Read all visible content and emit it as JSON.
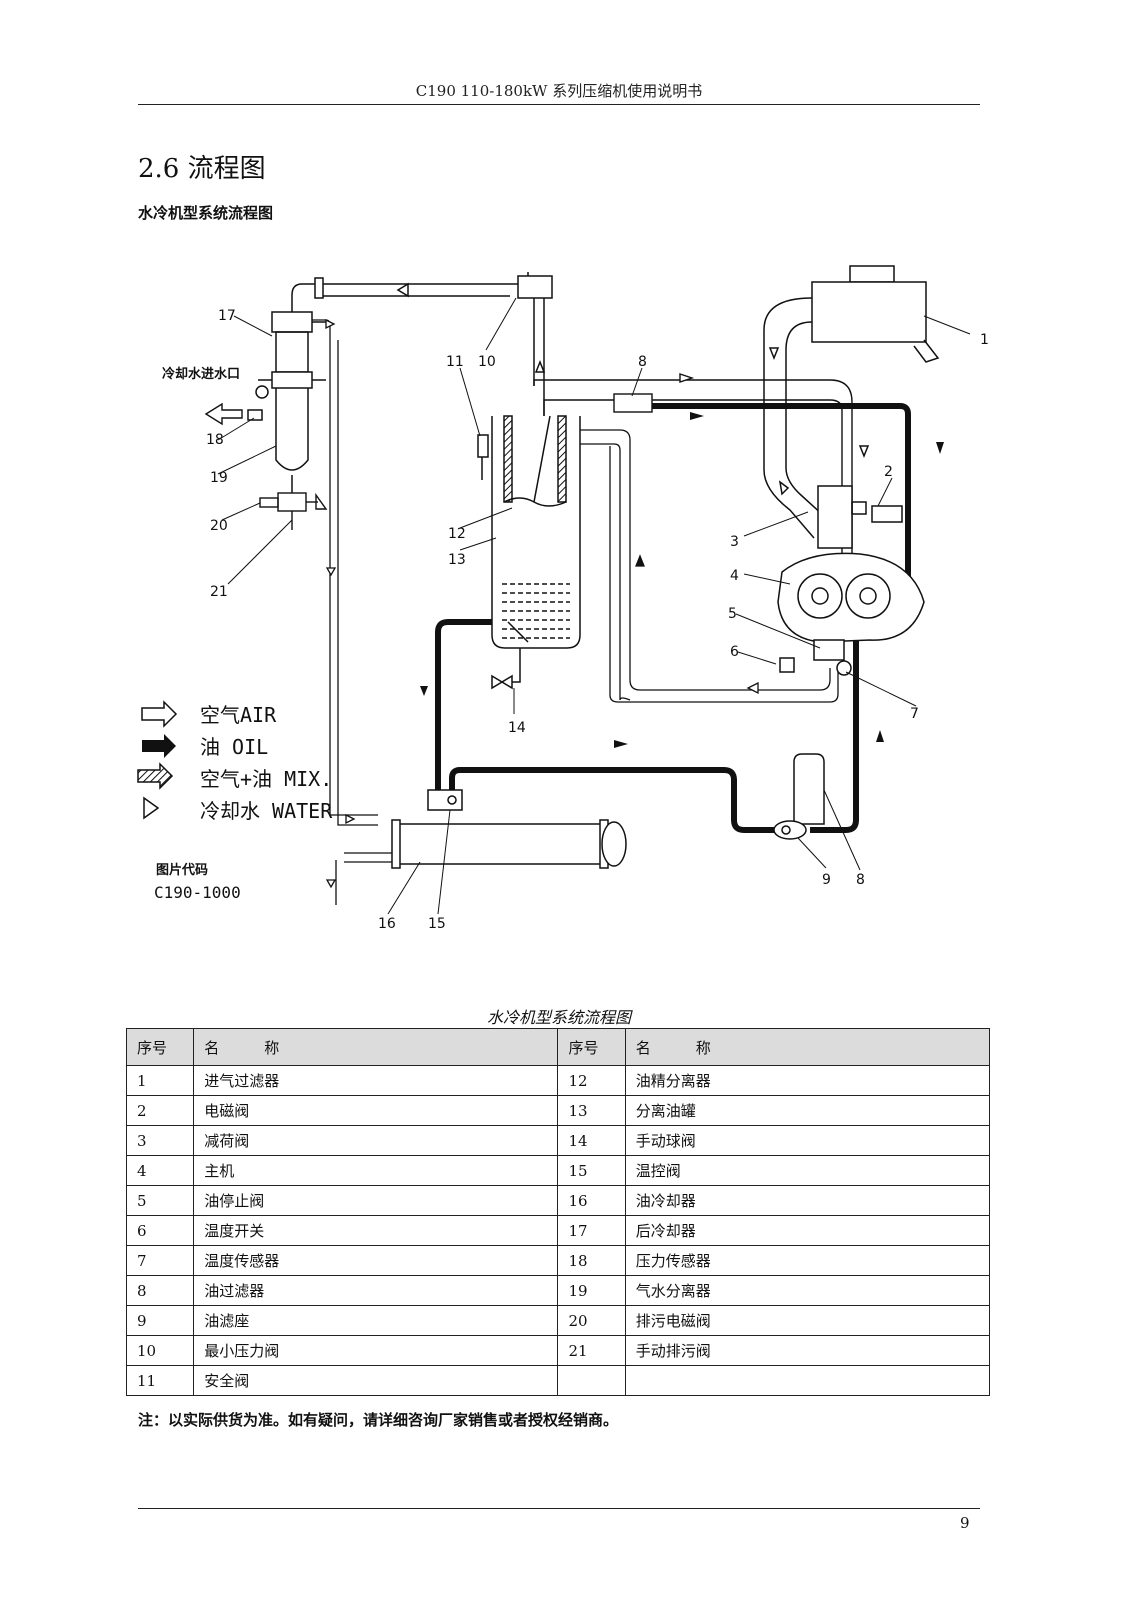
{
  "header": {
    "title": "C190 110-180kW 系列压缩机使用说明书"
  },
  "section": {
    "title": "2.6 流程图",
    "subtitle": "水冷机型系统流程图"
  },
  "diagram": {
    "water_inlet_label": "冷却水进水口",
    "legend": [
      {
        "label": "空气AIR"
      },
      {
        "label": "油 OIL"
      },
      {
        "label": "空气+油 MIX."
      },
      {
        "label": "冷却水 WATER"
      }
    ],
    "code_label": "图片代码",
    "code_value": "C190-1000",
    "callouts": [
      "1",
      "2",
      "3",
      "4",
      "5",
      "6",
      "7",
      "8",
      "8",
      "9",
      "10",
      "11",
      "12",
      "13",
      "14",
      "15",
      "16",
      "17",
      "18",
      "19",
      "20",
      "21"
    ]
  },
  "caption": "水冷机型系统流程图",
  "table": {
    "headers": {
      "no": "序号",
      "name": "名　　　称"
    },
    "rows": [
      {
        "l_no": "1",
        "l_name": "进气过滤器",
        "r_no": "12",
        "r_name": "油精分离器"
      },
      {
        "l_no": "2",
        "l_name": "电磁阀",
        "r_no": "13",
        "r_name": "分离油罐"
      },
      {
        "l_no": "3",
        "l_name": "减荷阀",
        "r_no": "14",
        "r_name": "手动球阀"
      },
      {
        "l_no": "4",
        "l_name": "主机",
        "r_no": "15",
        "r_name": "温控阀"
      },
      {
        "l_no": "5",
        "l_name": "油停止阀",
        "r_no": "16",
        "r_name": "油冷却器"
      },
      {
        "l_no": "6",
        "l_name": "温度开关",
        "r_no": "17",
        "r_name": "后冷却器"
      },
      {
        "l_no": "7",
        "l_name": "温度传感器",
        "r_no": "18",
        "r_name": "压力传感器"
      },
      {
        "l_no": "8",
        "l_name": "油过滤器",
        "r_no": "19",
        "r_name": "气水分离器"
      },
      {
        "l_no": "9",
        "l_name": "油滤座",
        "r_no": "20",
        "r_name": "排污电磁阀"
      },
      {
        "l_no": "10",
        "l_name": "最小压力阀",
        "r_no": "21",
        "r_name": "手动排污阀"
      },
      {
        "l_no": "11",
        "l_name": "安全阀",
        "r_no": "",
        "r_name": ""
      }
    ]
  },
  "note": "注：以实际供货为准。如有疑问，请详细咨询厂家销售或者授权经销商。",
  "page_number": "9"
}
